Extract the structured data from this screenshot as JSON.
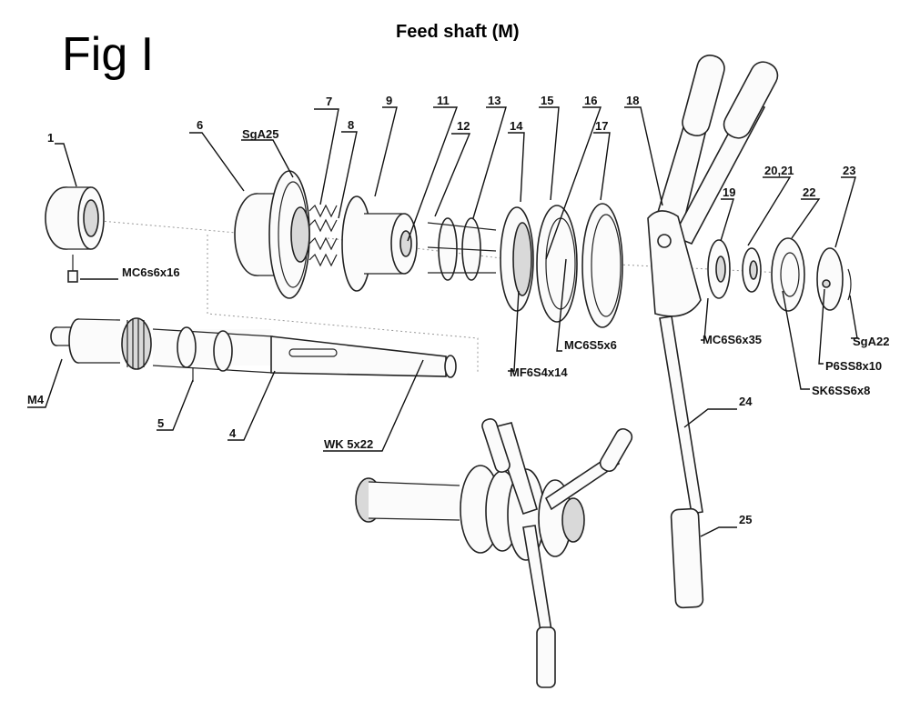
{
  "figure": {
    "label": "Fig I",
    "title": "Feed shaft (M)"
  },
  "callouts": {
    "c1": "1",
    "c4": "4",
    "c5": "5",
    "c6": "6",
    "c7": "7",
    "c8": "8",
    "c9": "9",
    "c11": "11",
    "c12": "12",
    "c13": "13",
    "c14": "14",
    "c15": "15",
    "c16": "16",
    "c17": "17",
    "c18": "18",
    "c19": "19",
    "c2021": "20,21",
    "c22": "22",
    "c23": "23",
    "c24": "24",
    "c25": "25",
    "sga25": "SgA25",
    "sga22": "SgA22",
    "mc6s6x16": "MC6s6x16",
    "m4": "M4",
    "wk5x22": "WK 5x22",
    "mf6s4x14": "MF6S4x14",
    "mc6s5x6": "MC6S5x6",
    "mc6s6x35": "MC6S6x35",
    "p6ss8x10": "P6SS8x10",
    "sk6ss6x8": "SK6SS6x8"
  }
}
